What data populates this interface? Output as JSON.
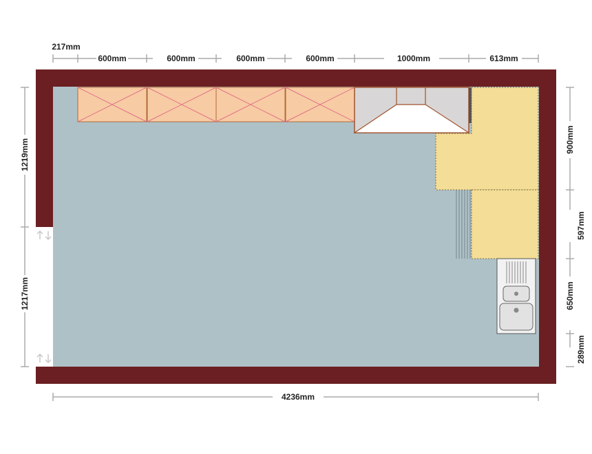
{
  "plan": {
    "colors": {
      "wall": "#6b1f22",
      "floor": "#aec1c7",
      "wall_unit_fill": "#f7cba3",
      "wall_unit_cross": "#e0708a",
      "hood_fill": "#d8d6d6",
      "base_unit_fill": "#f3dd97",
      "sink_fill": "#d6d6d6",
      "dimension_line": "#aaaaaa"
    },
    "top_dimensions": {
      "first": "217mm",
      "units": [
        "600mm",
        "600mm",
        "600mm",
        "600mm"
      ],
      "hood": "1000mm",
      "corner": "613mm"
    },
    "left_dimensions": {
      "upper_wall": "1219mm",
      "door": "1217mm"
    },
    "right_dimensions": {
      "corner_unit": "900mm",
      "base_unit": "597mm",
      "sink": "650mm",
      "remainder": "289mm"
    },
    "bottom_dimension": "4236mm",
    "door_icon": "door-arrows-icon",
    "sink_icon": "double-sink-icon"
  }
}
